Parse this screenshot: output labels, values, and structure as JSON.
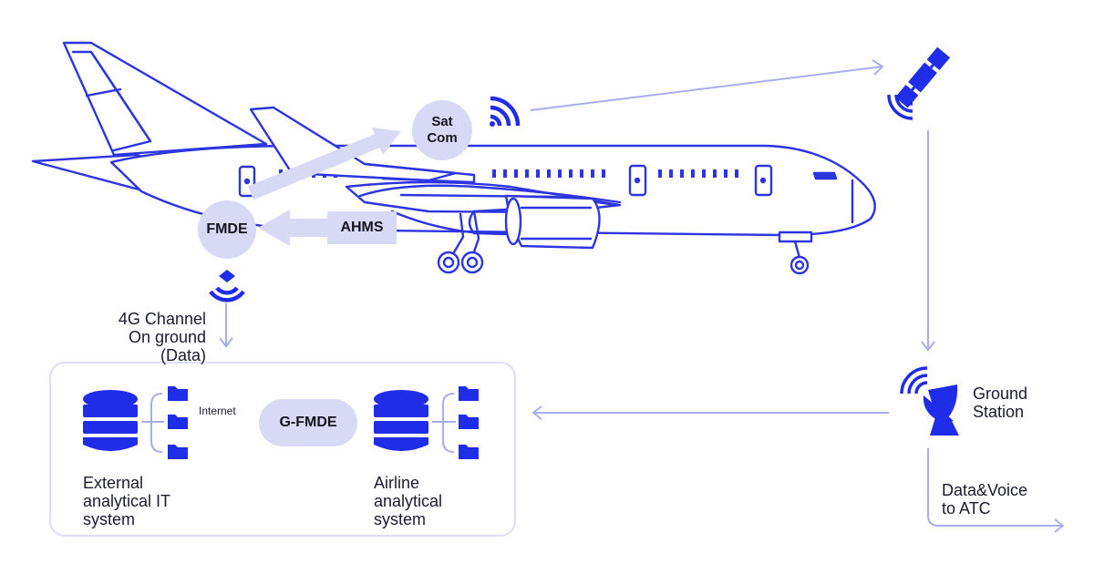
{
  "nodes": {
    "satcom": "Sat\nCom",
    "fmde": "FMDE",
    "ahms": "AHMS",
    "gfmde": "G-FMDE"
  },
  "labels": {
    "channel": "4G Channel\nOn ground\n(Data)",
    "internet": "Internet",
    "external": "External\nanalytical IT\nsystem",
    "airline": "Airline\nanalytical\nsystem",
    "ground_station": "Ground\nStation",
    "data_voice": "Data&Voice\nto ATC"
  },
  "colors": {
    "stroke": "#2d35e0",
    "accent": "#1f2ce8",
    "node_fill": "#d8d9f5",
    "arrow": "#a9acef",
    "box_border": "#dcddf6"
  }
}
